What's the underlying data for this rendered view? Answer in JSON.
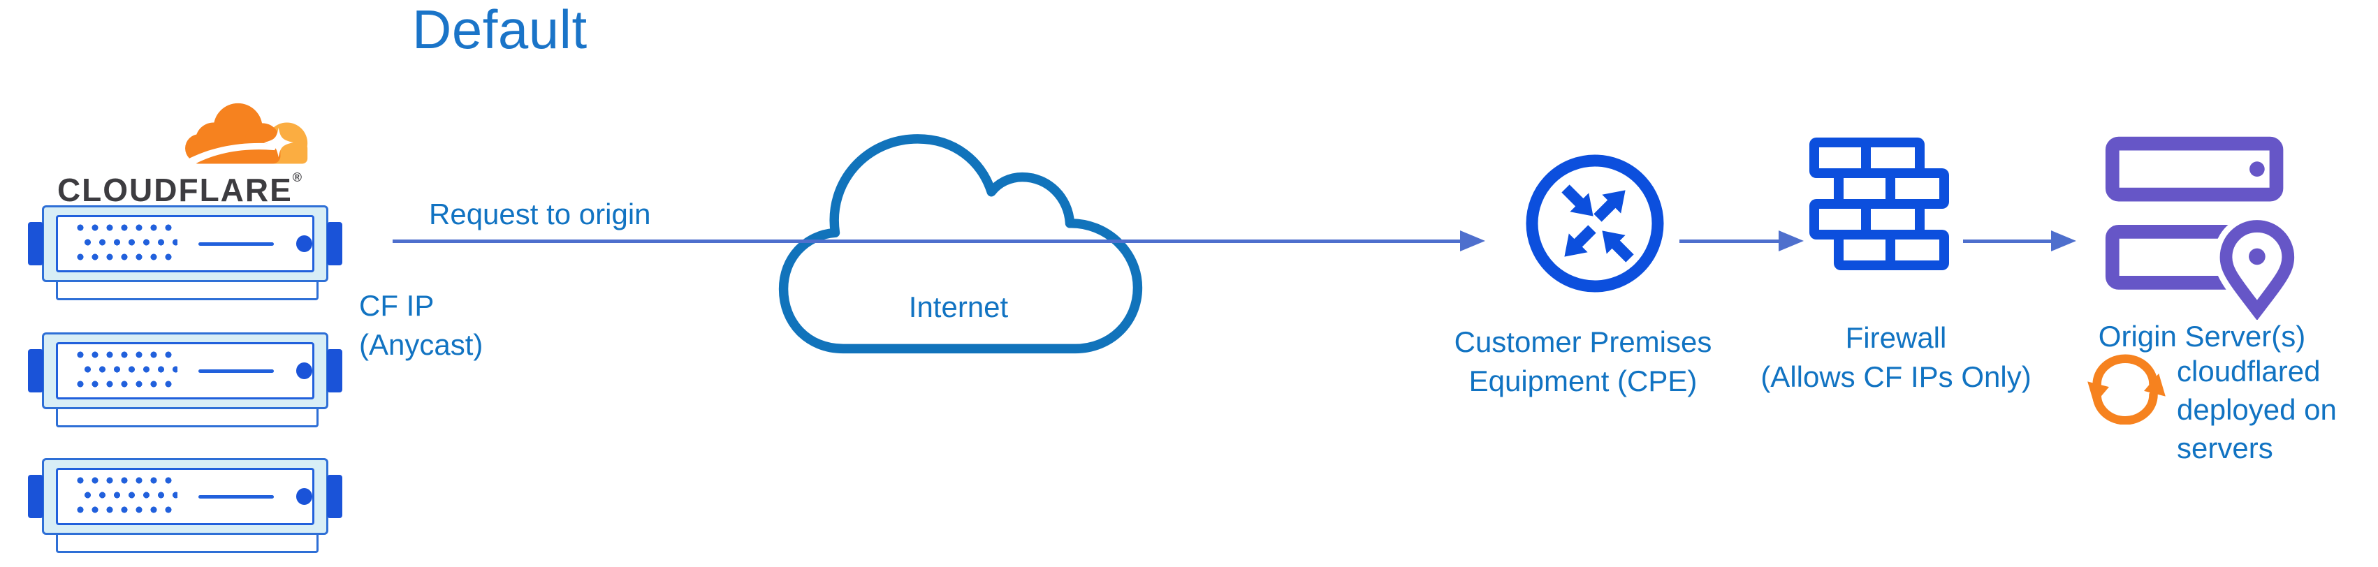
{
  "diagram_title": "Default",
  "cloudflare": {
    "wordmark": "CLOUDFLARE",
    "registered_mark": "®"
  },
  "edge": {
    "request_label": "Request to origin",
    "ip_line1": "CF IP",
    "ip_line2": "(Anycast)"
  },
  "internet": {
    "label": "Internet"
  },
  "cpe": {
    "label_line1": "Customer Premises",
    "label_line2": "Equipment (CPE)"
  },
  "firewall": {
    "label_line1": "Firewall",
    "label_line2": "(Allows CF IPs Only)"
  },
  "origin": {
    "label": "Origin Server(s)",
    "note_line1": "cloudflared",
    "note_line2": "deployed on",
    "note_line3": "servers"
  },
  "colors": {
    "label_blue": "#1173c2",
    "title_blue": "#1a74c8",
    "arrow_blue": "#4e6fcd",
    "icon_blue": "#0c4fdd",
    "server_fill": "#d8eef6",
    "purple": "#6656c7",
    "orange": "#f6821f",
    "orange_light": "#fbad41",
    "wordmark_gray": "#3d3c40"
  }
}
